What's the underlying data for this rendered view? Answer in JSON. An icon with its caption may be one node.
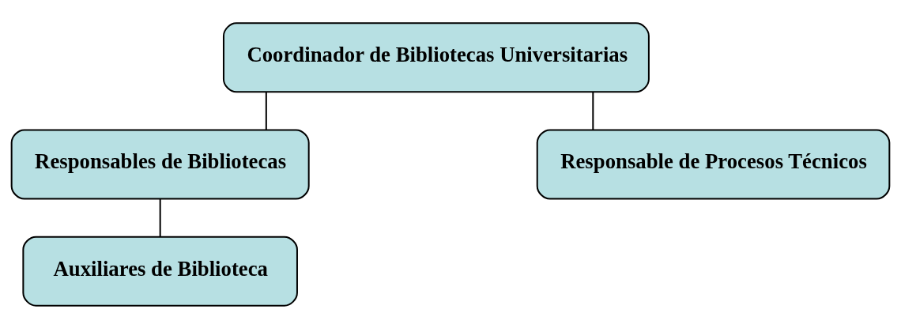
{
  "diagram": {
    "nodes": [
      {
        "text": [
          "Coordinador de Bibliotecas Universitarias"
        ]
      },
      {
        "text": [
          "Responsables de Bibliotecas"
        ]
      },
      {
        "text": [
          "Responsable de Procesos Técnicos"
        ]
      },
      {
        "text": [
          "Auxiliares de Biblioteca"
        ]
      }
    ],
    "edges": [
      {
        "from": 0,
        "to": 1,
        "arrow": "none"
      },
      {
        "from": 0,
        "to": 2,
        "arrow": "none"
      },
      {
        "from": 1,
        "to": 3,
        "arrow": "none"
      }
    ]
  }
}
